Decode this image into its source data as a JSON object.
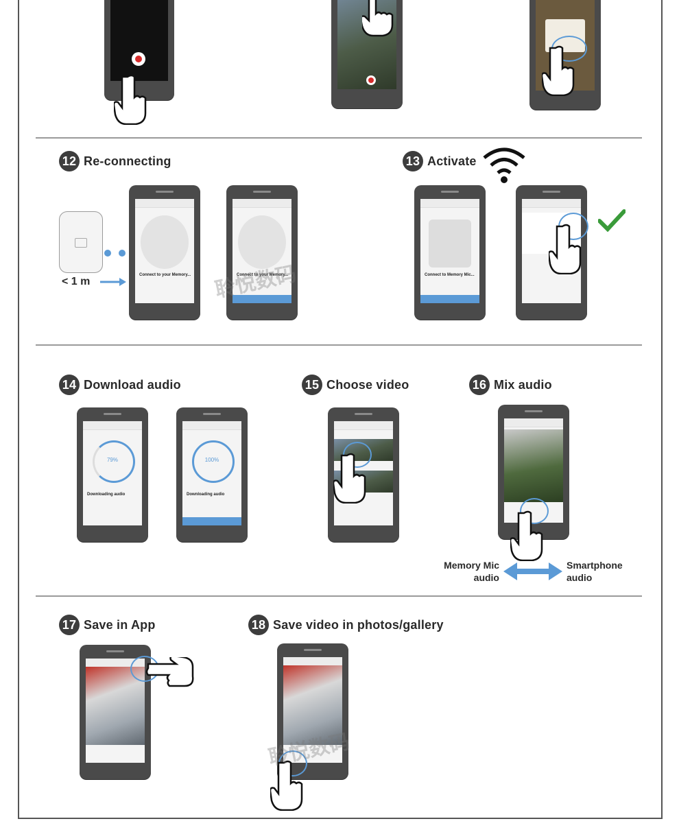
{
  "steps": {
    "s12": {
      "num": "12",
      "label": "Re-connecting"
    },
    "s13": {
      "num": "13",
      "label": "Activate"
    },
    "s14": {
      "num": "14",
      "label": "Download audio"
    },
    "s15": {
      "num": "15",
      "label": "Choose video"
    },
    "s16": {
      "num": "16",
      "label": "Mix audio"
    },
    "s17": {
      "num": "17",
      "label": "Save in App"
    },
    "s18": {
      "num": "18",
      "label": "Save video in photos/gallery"
    }
  },
  "reconnect": {
    "distance": "< 1 m"
  },
  "screens": {
    "connect_title": "Connect to your Memory...",
    "connect_title2": "Connect to Memory Mic...",
    "download_title": "Downloading audio",
    "progress_partial": "79%",
    "progress_full": "100%"
  },
  "mix": {
    "left": "Memory Mic\naudio",
    "right": "Smartphone\naudio"
  },
  "watermark": "聆悦数码",
  "colors": {
    "accent": "#5b9ad6",
    "check": "#3a9b3a",
    "phone": "#4a4a4a"
  }
}
